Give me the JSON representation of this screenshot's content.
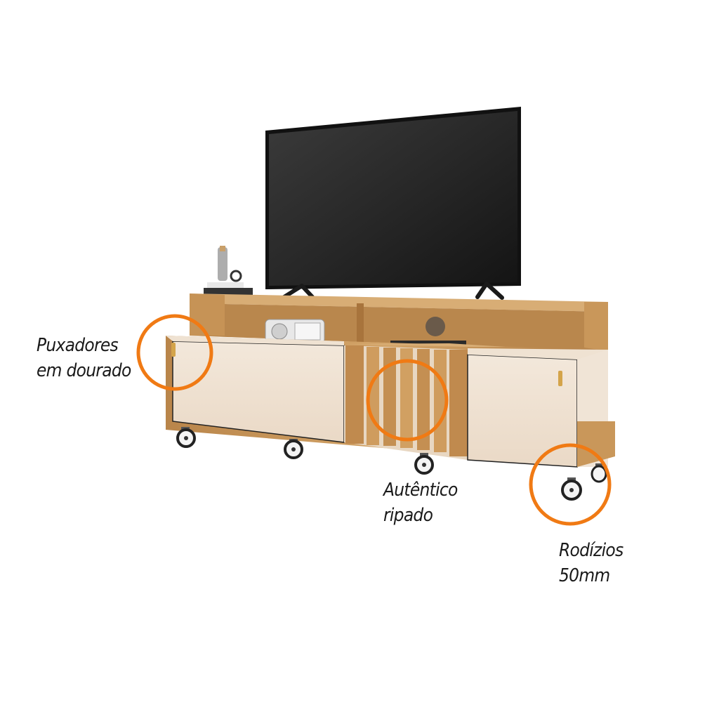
{
  "callouts": {
    "handles": {
      "line1": "Puxadores",
      "line2": "em dourado"
    },
    "slats": {
      "line1": "Autêntico",
      "line2": "ripado"
    },
    "casters": {
      "line1": "Rodízios",
      "line2": "50mm"
    }
  },
  "colors": {
    "callout_ring": "#f07a14",
    "wood": "#c9975a",
    "wood_dark": "#a8743c",
    "door_cream": "#f2e6d8",
    "tv_screen": "#1f1f1f",
    "caster": "#f4f4f4"
  },
  "icons": {
    "handle": "gold-handle-icon",
    "caster": "caster-wheel-icon"
  }
}
